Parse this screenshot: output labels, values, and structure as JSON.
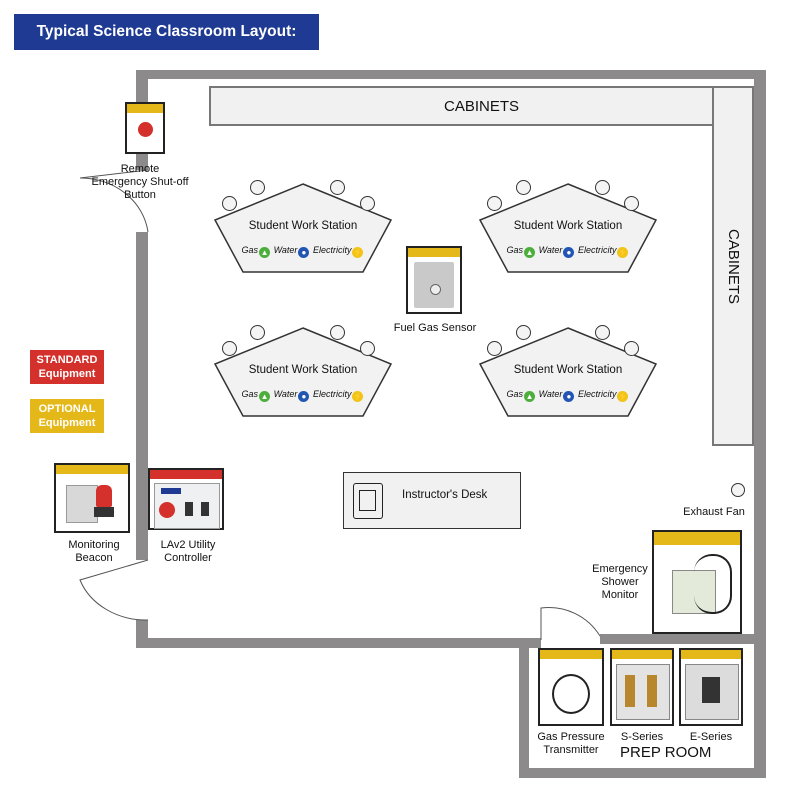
{
  "title": "Typical Science Classroom Layout:",
  "cabinets": {
    "top_label": "CABINETS",
    "right_label": "CABINETS"
  },
  "stations": [
    {
      "title": "Student Work Station",
      "gas": "Gas",
      "water": "Water",
      "electricity": "Electricity"
    },
    {
      "title": "Student Work Station",
      "gas": "Gas",
      "water": "Water",
      "electricity": "Electricity"
    },
    {
      "title": "Student Work Station",
      "gas": "Gas",
      "water": "Water",
      "electricity": "Electricity"
    },
    {
      "title": "Student Work Station",
      "gas": "Gas",
      "water": "Water",
      "electricity": "Electricity"
    }
  ],
  "equipment": {
    "remote_shutoff": "Remote\nEmergency Shut-off\nButton",
    "fuel_gas_sensor": "Fuel Gas Sensor",
    "monitoring_beacon": "Monitoring\nBeacon",
    "lav2_controller": "LAv2 Utility\nController",
    "exhaust_fan": "Exhaust Fan",
    "shower_monitor": "Emergency\nShower\nMonitor",
    "gas_pressure": "Gas Pressure\nTransmitter",
    "s_series": "S-Series",
    "e_series": "E-Series"
  },
  "desk_label": "Instructor's Desk",
  "prep_room": "PREP ROOM",
  "legend": {
    "standard": "STANDARD\nEquipment",
    "optional": "OPTIONAL\nEquipment"
  },
  "colors": {
    "title_bg": "#1e3a93",
    "standard": "#d4312c",
    "optional": "#e5b81a",
    "wall": "#8c8a8a",
    "gas": "#4caf3c",
    "water": "#2356b3",
    "electricity": "#f0c419"
  }
}
